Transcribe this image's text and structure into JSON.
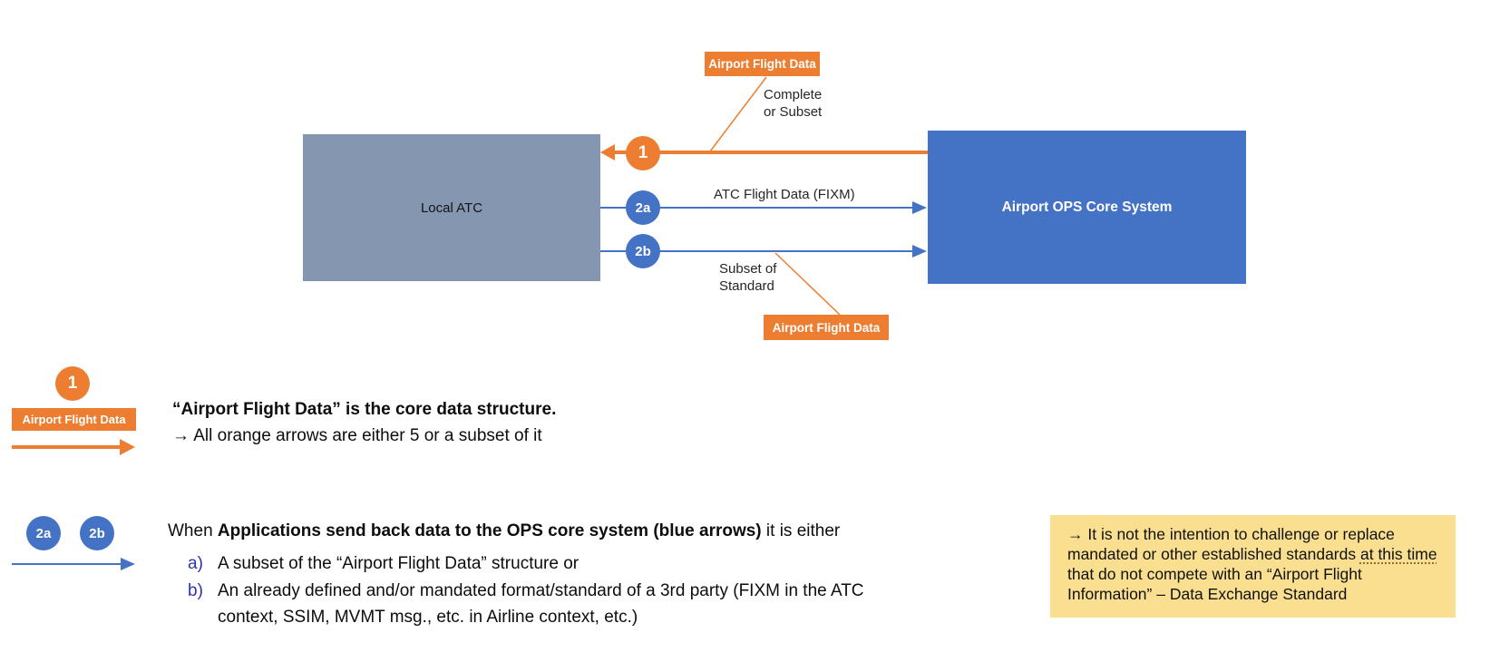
{
  "colors": {
    "orange": "#ED7D31",
    "blue": "#4472C4",
    "gray_box": "#8496B0",
    "yellow_note": "#F9DF8F",
    "list_marker_blue": "#2E34A8"
  },
  "diagram": {
    "top_tag": "Airport Flight Data",
    "top_note_line1": "Complete",
    "top_note_line2": "or Subset",
    "left_box_label": "Local ATC",
    "right_box_label": "Airport OPS Core System",
    "badge_1": "1",
    "badge_2a": "2a",
    "badge_2b": "2b",
    "arrow_2a_label": "ATC Flight Data (FIXM)",
    "bottom_note_line1": "Subset of",
    "bottom_note_line2": "Standard",
    "bottom_tag": "Airport Flight Data"
  },
  "legend": {
    "orange_badge": "1",
    "orange_tag": "Airport Flight Data",
    "blue_badge_a": "2a",
    "blue_badge_b": "2b"
  },
  "notes": {
    "orange_heading": "“Airport Flight Data” is the core data structure.",
    "orange_sub": "→ All orange arrows are either 5 or a subset of it",
    "blue_intro_pre": "When ",
    "blue_intro_bold": "Applications send back data to the OPS core system (blue arrows)",
    "blue_intro_post": " it is either",
    "item_a_marker": "a)",
    "item_a_text": "A subset of the “Airport Flight Data” structure or",
    "item_b_marker": "b)",
    "item_b_text": "An already defined and/or mandated format/standard of a 3rd party (FIXM in the ATC context, SSIM, MVMT msg., etc. in Airline context, etc.)"
  },
  "callout": {
    "pre": "→ It is not the intention to challenge or replace mandated or other established standards ",
    "underlined": "at this time",
    "post": " that do not compete with an “Airport Flight Information” – Data Exchange Standard"
  }
}
